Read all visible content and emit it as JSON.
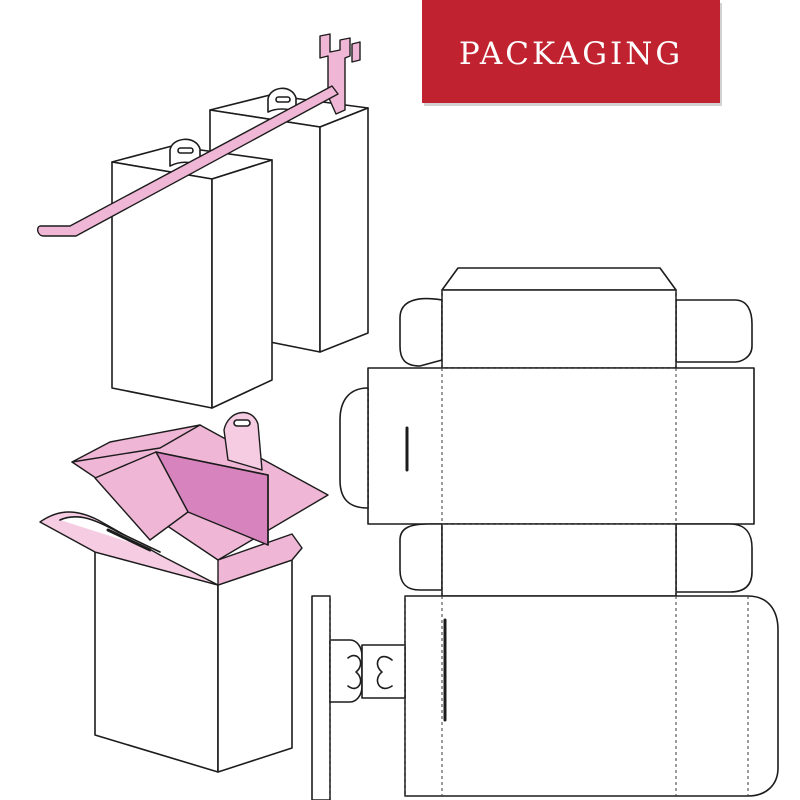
{
  "banner": {
    "title": "PACKAGING",
    "background_color": "#c0232f",
    "text_color": "#ffffff"
  },
  "colors": {
    "accent_pink": "#f0b6d6",
    "inner_pink": "#d783bd",
    "line": "#1c1c1c"
  },
  "illustrations": [
    "hanging-boxes-on-peg-hook",
    "open-box-with-hang-tab",
    "dieline-flat-template"
  ]
}
